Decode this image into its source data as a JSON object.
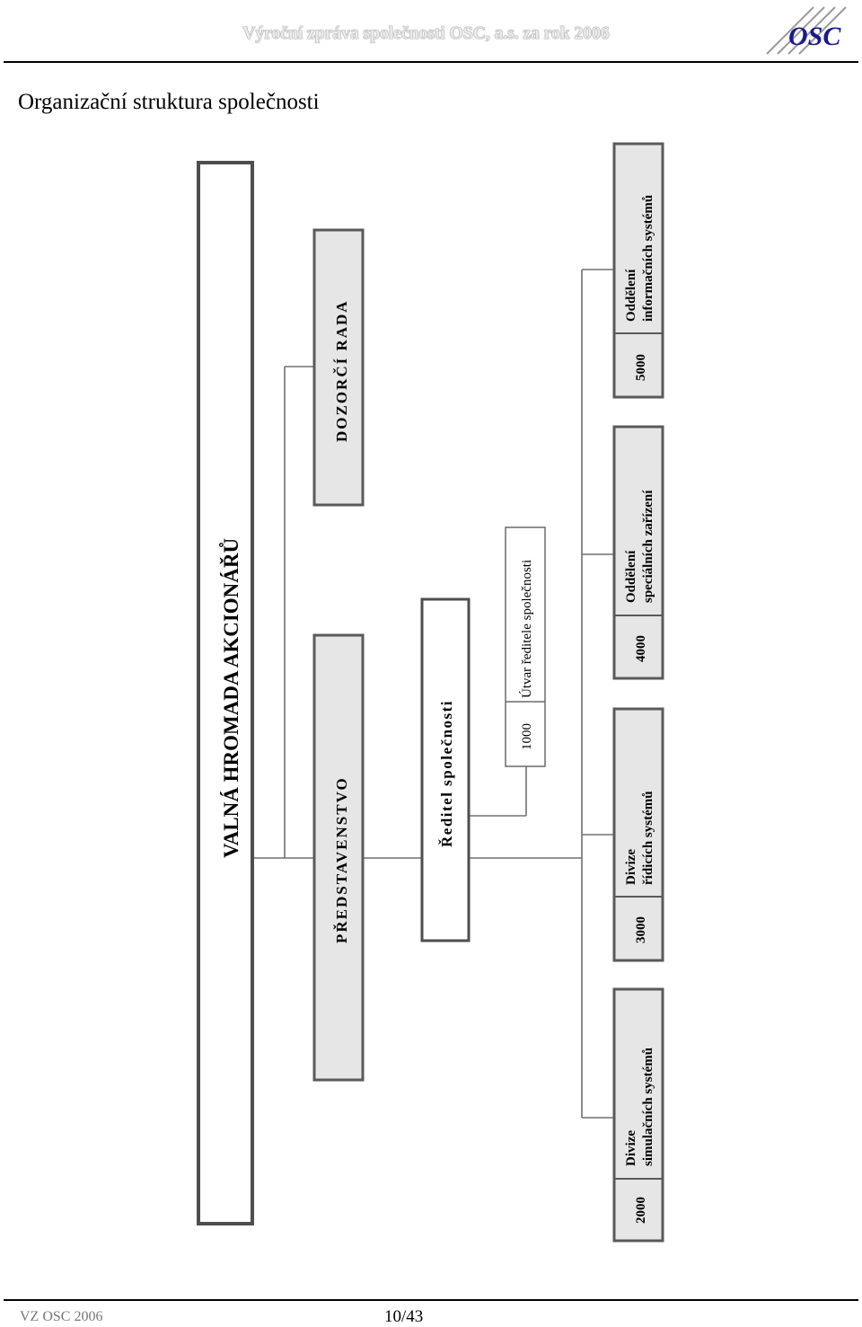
{
  "header": {
    "title": "Výroční zpráva společnosti OSC, a.s. za rok 2006",
    "logo_text": "OSC"
  },
  "heading": "Organizační struktura společnosti",
  "org_chart": {
    "valna_hromada": "VALNÁ HROMADA AKCIONÁŘŮ",
    "dozorci_rada": "DOZORČÍ RADA",
    "predstavenstvo": "PŘEDSTAVENSTVO",
    "reditel": "Ředitel společnosti",
    "utvar": {
      "code": "1000",
      "name": "Útvar ředitele společnosti"
    },
    "units": [
      {
        "code": "2000",
        "line1": "Divize",
        "line2": "simulačních systémů"
      },
      {
        "code": "3000",
        "line1": "Divize",
        "line2": "řídicích systémů"
      },
      {
        "code": "4000",
        "line1": "Oddělení",
        "line2": "speciálních zařízení"
      },
      {
        "code": "5000",
        "line1": "Oddělení",
        "line2": "informačních systémů"
      }
    ]
  },
  "footer": {
    "left": "VZ OSC 2006",
    "page": "10/43"
  },
  "colors": {
    "box_fill_gray": "#e6e6e6",
    "box_border": "#5a5a5a",
    "connector": "#707070",
    "logo_blue": "#1a1a8c"
  }
}
